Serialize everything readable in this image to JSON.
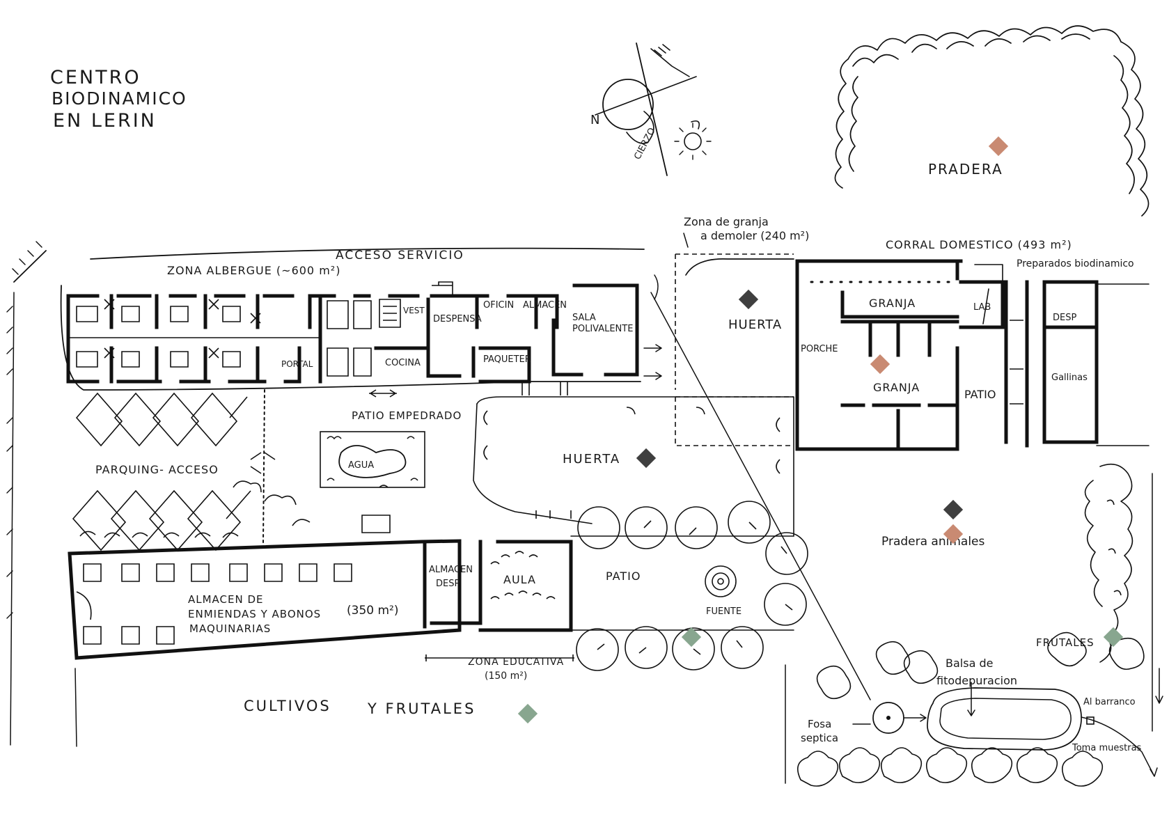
{
  "title": [
    "CENTRO",
    "BIODINAMICO",
    "EN LERIN"
  ],
  "compass": {
    "north": "N",
    "cierzo": "CIERZO"
  },
  "labels": {
    "acceso_servicio": "ACCESO SERVICIO",
    "zona_albergue": "ZONA ALBERGUE (~600 m²)",
    "vest": "VEST",
    "despensa": "DESPENSA",
    "oficina": "OFICIN",
    "almacen": "ALMACEN",
    "sala_polivalente": [
      "SALA",
      "POLIVALENTE"
    ],
    "portal": "PORTAL",
    "cocina": "COCINA",
    "paqueteria": "PAQUETER",
    "patio_empedrado": "PATIO EMPEDRADO",
    "agua": "AGUA",
    "parquing": "PARQUING- ACCESO",
    "huerta_centro": "HUERTA",
    "huerta_granja": "HUERTA",
    "zona_granja": [
      "Zona de granja",
      "a demoler (240 m²)"
    ],
    "corral": "CORRAL DOMESTICO (493 m²)",
    "preparados": "Preparados biodinamico",
    "granja_top": "GRANJA",
    "granja_bottom": "GRANJA",
    "porche": "PORCHE",
    "lab": "LAB",
    "desp": "DESP",
    "gallinas": "Gallinas",
    "patio_granja": "PATIO",
    "pradera": "PRADERA",
    "pradera_animales": "Pradera animales",
    "almacen_desp": [
      "ALMACEN",
      "DESP"
    ],
    "aula": "AULA",
    "patio_sur": "PATIO",
    "fuente": "FUENTE",
    "almacen_enmiendas": [
      "ALMACEN DE",
      "ENMIENDAS Y ABONOS",
      "MAQUINARIAS"
    ],
    "area_350": "(350 m²)",
    "zona_educativa": [
      "ZONA EDUCATIVA",
      "(150 m²)"
    ],
    "cultivos": "CULTIVOS",
    "y_frutales": "Y FRUTALES",
    "frutales": "FRUTALES",
    "balsa": [
      "Balsa de",
      "fitodepuracion"
    ],
    "fosa": [
      "Fosa",
      "septica"
    ],
    "al_barranco": "Al barranco",
    "toma_muestras": "Toma muestras"
  },
  "marker_colors": {
    "dark": "#3f3f3f",
    "terracotta": "#c98a72",
    "sage": "#88a68f"
  },
  "markers": [
    {
      "name": "marker-pradera",
      "color": "terracotta"
    },
    {
      "name": "marker-huerta-granja",
      "color": "dark"
    },
    {
      "name": "marker-granja",
      "color": "terracotta"
    },
    {
      "name": "marker-huerta-centro",
      "color": "dark"
    },
    {
      "name": "marker-pradera-animales-dark",
      "color": "dark"
    },
    {
      "name": "marker-pradera-animales-terracotta",
      "color": "terracotta"
    },
    {
      "name": "marker-fuente-trees",
      "color": "sage"
    },
    {
      "name": "marker-frutales",
      "color": "sage"
    },
    {
      "name": "marker-cultivos",
      "color": "sage"
    }
  ]
}
